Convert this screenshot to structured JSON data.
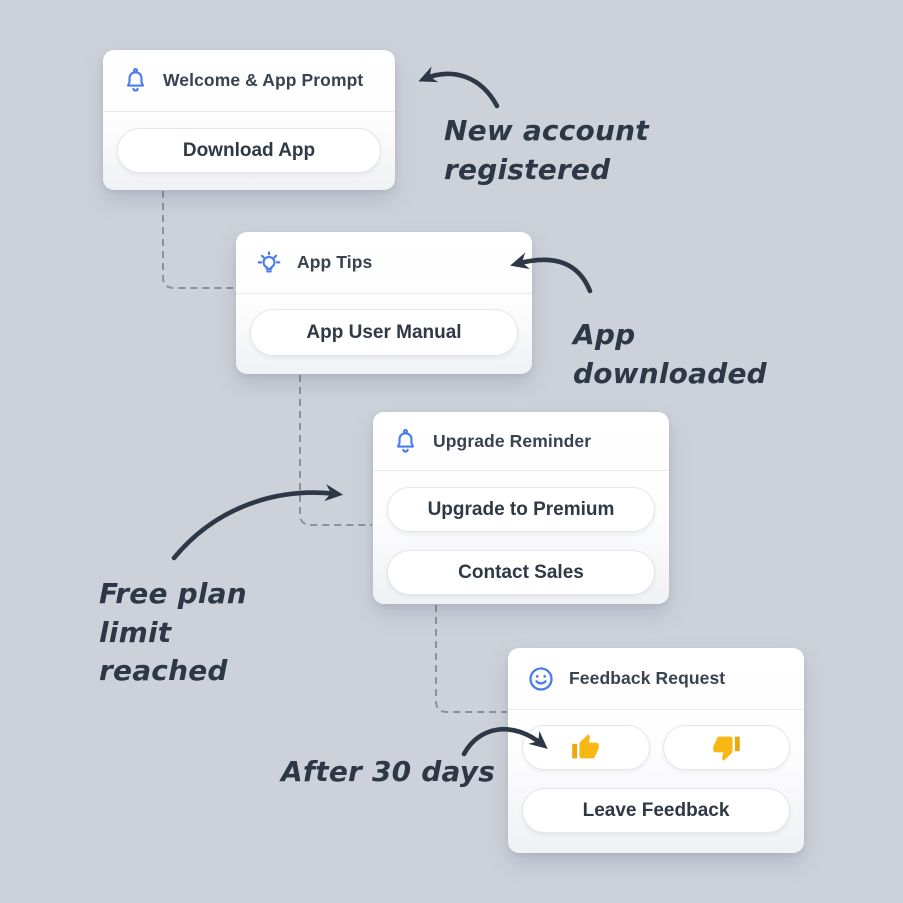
{
  "colors": {
    "background": "#cdd2da",
    "accent_blue": "#4a7de9",
    "ink_dark": "#2d3745",
    "card_title": "#39424f",
    "button_text": "#2f3845",
    "connector_dash": "#8a919b",
    "thumb_yellow": "#f7b816"
  },
  "cards": [
    {
      "id": "welcome",
      "icon": "bell-icon",
      "title": "Welcome & App Prompt",
      "buttons": [
        "Download App"
      ]
    },
    {
      "id": "app-tips",
      "icon": "lightbulb-icon",
      "title": "App Tips",
      "buttons": [
        "App User Manual"
      ]
    },
    {
      "id": "upgrade",
      "icon": "bell-icon",
      "title": "Upgrade Reminder",
      "buttons": [
        "Upgrade to Premium",
        "Contact Sales"
      ]
    },
    {
      "id": "feedback",
      "icon": "smiley-icon",
      "title": "Feedback Request",
      "reactions": [
        "thumbs-up",
        "thumbs-down"
      ],
      "buttons": [
        "Leave Feedback"
      ]
    }
  ],
  "annotations": [
    {
      "text": "New account registered"
    },
    {
      "text": "App downloaded"
    },
    {
      "text": "Free plan limit reached"
    },
    {
      "text": "After 30 days"
    }
  ]
}
